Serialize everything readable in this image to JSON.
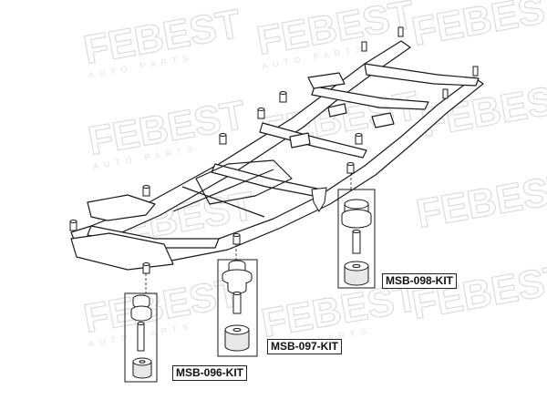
{
  "watermark": {
    "brand": "FEBEST",
    "tagline": "AUTO PARTS"
  },
  "parts": [
    {
      "id": "msb-096-kit",
      "label": "MSB-096-KIT"
    },
    {
      "id": "msb-097-kit",
      "label": "MSB-097-KIT"
    },
    {
      "id": "msb-098-kit",
      "label": "MSB-098-KIT"
    }
  ],
  "colors": {
    "line": "#1a1a1a",
    "watermark": "#e3e3e3",
    "background": "#ffffff"
  }
}
